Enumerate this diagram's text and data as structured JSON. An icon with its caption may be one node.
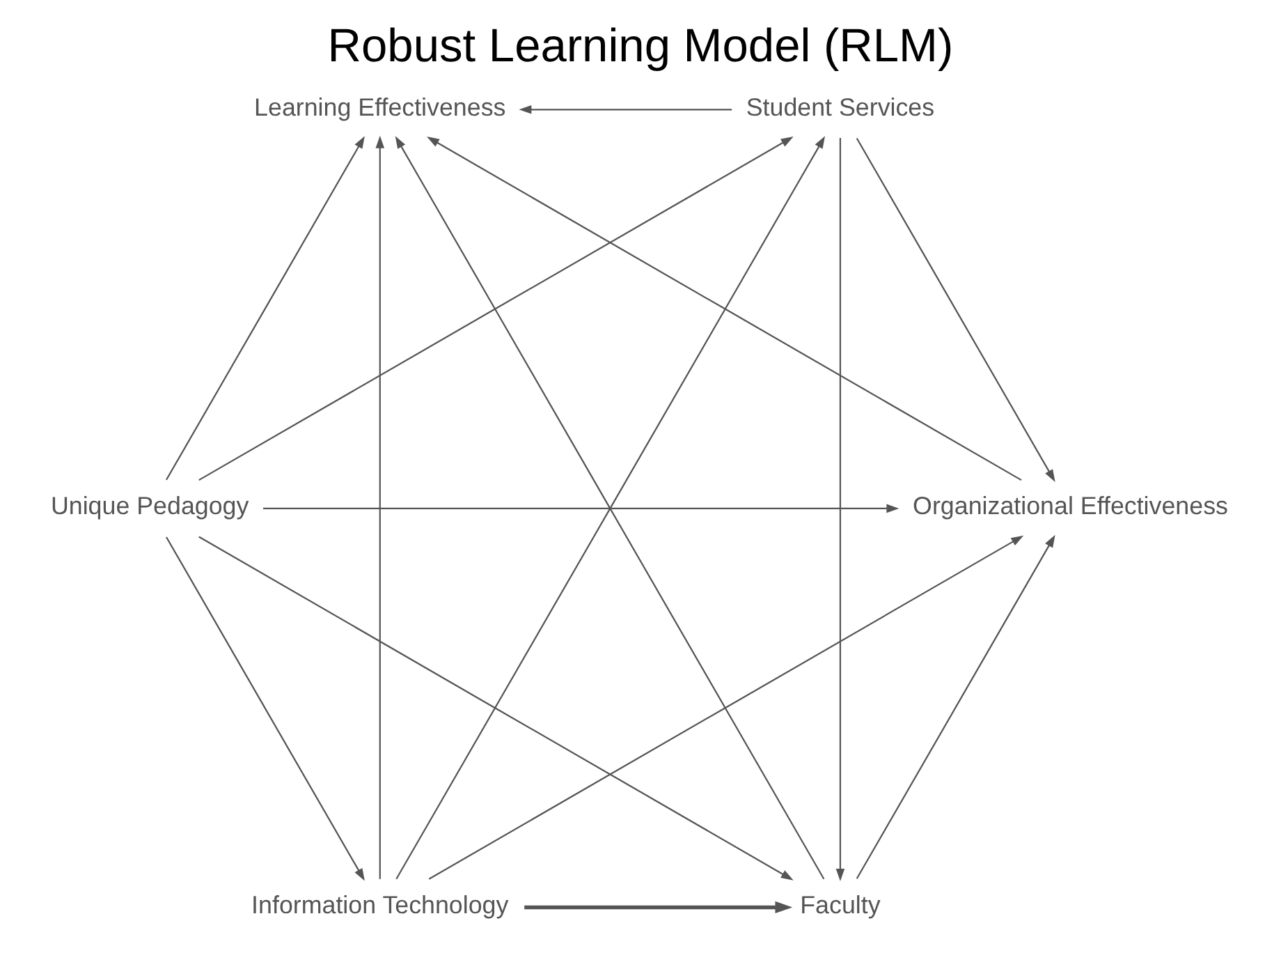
{
  "diagram": {
    "title": "Robust Learning Model (RLM)",
    "nodes": [
      {
        "text": [
          "Faculty"
        ]
      },
      {
        "text": [
          "Organizational Effectiveness"
        ]
      },
      {
        "text": [
          "Unique Pedagogy"
        ]
      },
      {
        "text": [
          "Learning Effectiveness"
        ]
      },
      {
        "text": [
          "Student Services"
        ]
      },
      {
        "text": [
          "Information Technology"
        ]
      }
    ],
    "edges": [
      {
        "from": 2,
        "to": 0,
        "arrow": "to"
      },
      {
        "from": 0,
        "to": 1,
        "arrow": "to"
      },
      {
        "from": 0,
        "to": 3,
        "arrow": "to"
      },
      {
        "from": 2,
        "to": 1,
        "arrow": "to"
      },
      {
        "from": 2,
        "to": 3,
        "arrow": "to"
      },
      {
        "from": 2,
        "to": 4,
        "arrow": "to"
      },
      {
        "from": 2,
        "to": 5,
        "arrow": "to"
      },
      {
        "from": 5,
        "to": 0,
        "arrow": "to",
        "style": "thick"
      },
      {
        "from": 5,
        "to": 1,
        "arrow": "to"
      },
      {
        "from": 5,
        "to": 3,
        "arrow": "to"
      },
      {
        "from": 5,
        "to": 4,
        "arrow": "to"
      },
      {
        "from": 4,
        "to": 0,
        "arrow": "to"
      },
      {
        "from": 4,
        "to": 1,
        "arrow": "to"
      },
      {
        "from": 4,
        "to": 3,
        "arrow": "to"
      },
      {
        "from": 1,
        "to": 3,
        "arrow": "to"
      }
    ]
  }
}
